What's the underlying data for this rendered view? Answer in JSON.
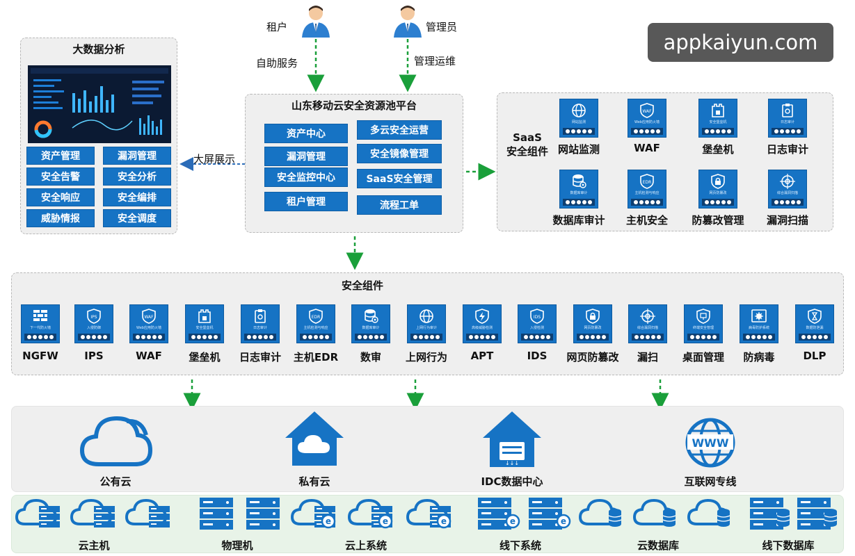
{
  "users": {
    "tenant": "租户",
    "admin": "管理员",
    "self_service": "自助服务",
    "admin_ops": "管理运维"
  },
  "watermark": "appkaiyun.com",
  "bigdata": {
    "title": "大数据分析",
    "buttons": [
      "资产管理",
      "漏洞管理",
      "安全告警",
      "安全分析",
      "安全响应",
      "安全编排",
      "威胁情报",
      "安全调度"
    ]
  },
  "display_label": "大屏展示",
  "platform": {
    "title": "山东移动云安全资源池平台",
    "left_buttons": [
      "资产中心",
      "漏洞管理",
      "安全监控中心",
      "租户管理"
    ],
    "right_buttons": [
      "多云安全运营",
      "安全镜像管理",
      "SaaS安全管理",
      "流程工单"
    ]
  },
  "saas": {
    "title": "SaaS\n安全组件",
    "components": [
      {
        "label": "网站监测",
        "icon": "globe-icon",
        "cap": "网站监测"
      },
      {
        "label": "WAF",
        "icon": "waf-shield-icon",
        "cap": "Web应用防火墙"
      },
      {
        "label": "堡垒机",
        "icon": "fortress-icon",
        "cap": "安全堡垒机"
      },
      {
        "label": "日志审计",
        "icon": "audit-icon",
        "cap": "日志审计"
      },
      {
        "label": "数据库审计",
        "icon": "database-icon",
        "cap": "数据库审计"
      },
      {
        "label": "主机安全",
        "icon": "edr-shield-icon",
        "cap": "主机检测与响应"
      },
      {
        "label": "防篡改管理",
        "icon": "lock-icon",
        "cap": "网页防篡改"
      },
      {
        "label": "漏洞扫描",
        "icon": "target-icon",
        "cap": "综合漏洞扫描"
      }
    ]
  },
  "security_components": {
    "title": "安全组件",
    "items": [
      {
        "label": "NGFW",
        "icon": "firewall-icon",
        "cap": "下一代防火墙"
      },
      {
        "label": "IPS",
        "icon": "ips-shield-icon",
        "cap": "入侵防御"
      },
      {
        "label": "WAF",
        "icon": "waf-shield-icon",
        "cap": "Web应用防火墙"
      },
      {
        "label": "堡垒机",
        "icon": "fortress-icon",
        "cap": "安全堡垒机"
      },
      {
        "label": "日志审计",
        "icon": "audit-icon",
        "cap": "日志审计"
      },
      {
        "label": "主机EDR",
        "icon": "edr-shield-icon",
        "cap": "主机检测与响应"
      },
      {
        "label": "数审",
        "icon": "database-icon",
        "cap": "数据库审计"
      },
      {
        "label": "上网行为",
        "icon": "globe-icon",
        "cap": "上网行为审计"
      },
      {
        "label": "APT",
        "icon": "bolt-shield-icon",
        "cap": "高级威胁检测"
      },
      {
        "label": "IDS",
        "icon": "ids-shield-icon",
        "cap": "入侵检测"
      },
      {
        "label": "网页防篡改",
        "icon": "lock-icon",
        "cap": "网页防篡改"
      },
      {
        "label": "漏扫",
        "icon": "target-icon",
        "cap": "综合漏洞扫描"
      },
      {
        "label": "桌面管理",
        "icon": "desktop-shield-icon",
        "cap": "终端安全管理"
      },
      {
        "label": "防病毒",
        "icon": "virus-icon",
        "cap": "病毒防护系统"
      },
      {
        "label": "DLP",
        "icon": "hourglass-icon",
        "cap": "数据防泄漏"
      }
    ]
  },
  "environments": [
    "公有云",
    "私有云",
    "IDC数据中心",
    "互联网专线"
  ],
  "resources": [
    "云主机",
    "物理机",
    "云上系统",
    "线下系统",
    "云数据库",
    "线下数据库"
  ],
  "colors": {
    "primary": "#1673c4",
    "arrow": "#1a9f3a",
    "dashed_arrow": "#2b6cb8"
  }
}
